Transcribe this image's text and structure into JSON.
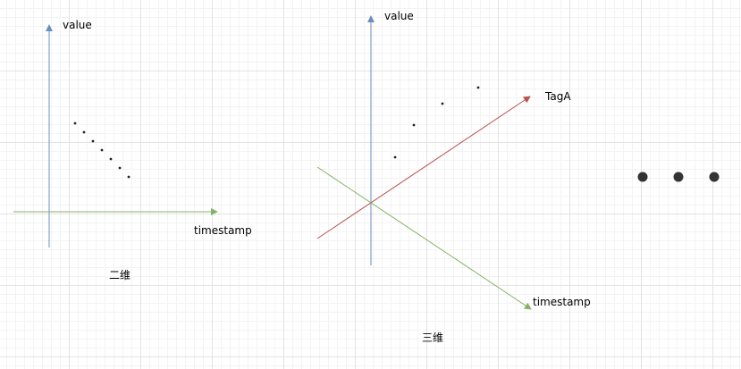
{
  "colors": {
    "value_axis": "#6c8ebf",
    "timestamp_axis": "#82b366",
    "tag_axis": "#b85450",
    "point": "#222222",
    "ellipsis_dot": "#333333"
  },
  "diagram_2d": {
    "y_label": "value",
    "x_label": "timestamp",
    "caption": "二维",
    "point_count": 7
  },
  "diagram_3d": {
    "y_label": "value",
    "x_label": "timestamp",
    "z_label": "TagA",
    "caption": "三维",
    "point_count": 4
  },
  "ellipsis": {
    "dot_count": 3
  }
}
